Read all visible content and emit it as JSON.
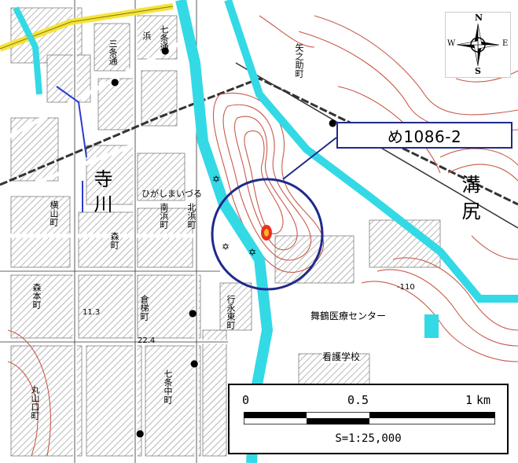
{
  "callout": {
    "label": "め1086-2"
  },
  "north_arrow": {
    "n": "N",
    "s": "S",
    "e": "E",
    "w": "W",
    "icon": "compass-rose-icon"
  },
  "scale_bar": {
    "tick_0": "0",
    "tick_mid": "0.5",
    "tick_end": "1",
    "unit": "km",
    "ratio": "S=1:25,000"
  },
  "place_labels": {
    "terakawa": "寺川",
    "mizojiri": "溝尻",
    "higashi_maizuru": "ひがしまいづる",
    "hospital": "舞鶴医療センター",
    "nursing_school": "看護学校",
    "kurahashi": "倉梯町",
    "kitahama": "北浜町",
    "minamihama": "南浜町",
    "mori": "森町",
    "morimoto": "森本町",
    "yukinaga": "行永東町",
    "marutamachi": "丸山口町",
    "nanajo": "七条中町",
    "yanoshima": "矢之助町",
    "yokoyama": "横山町",
    "sanjo": "三条通",
    "hama": "浜",
    "shichijo_top": "七条通"
  },
  "spot_heights": {
    "h110": "-110",
    "h113": "11.3",
    "h224": "22.4"
  },
  "colors": {
    "river": "#34d9e6",
    "road_main": "#f4e43a",
    "contour": "#c85a4a",
    "circle": "#1f2a8a",
    "site": "#e8321e",
    "blue_line": "#2b3bd1"
  }
}
